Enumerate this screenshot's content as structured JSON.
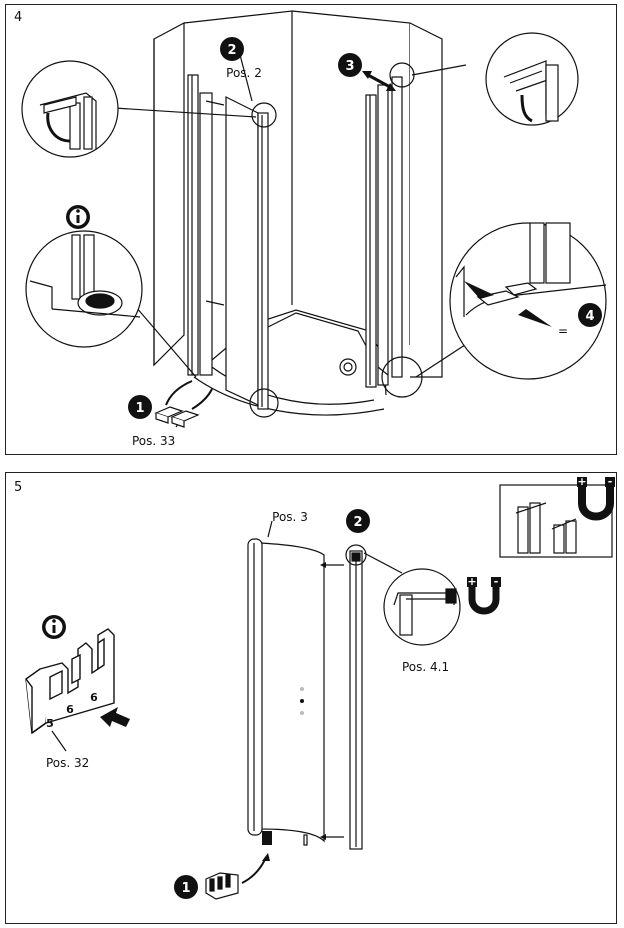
{
  "step4": {
    "number": "4",
    "labels": {
      "pos2": "Pos. 2",
      "pos33": "Pos. 33"
    },
    "badges": {
      "b1": "1",
      "b2": "2",
      "b3": "3",
      "b4": "4"
    },
    "info_icon": "info-icon",
    "equal_sign": "="
  },
  "step5": {
    "number": "5",
    "labels": {
      "pos3": "Pos. 3",
      "pos41": "Pos. 4.1",
      "pos32": "Pos. 32"
    },
    "badges": {
      "b1": "1",
      "b2": "2"
    },
    "info_icon": "info-icon",
    "spacer_numbers": [
      "5",
      "6",
      "6"
    ],
    "magnet_plus": "+",
    "magnet_minus": "-"
  }
}
